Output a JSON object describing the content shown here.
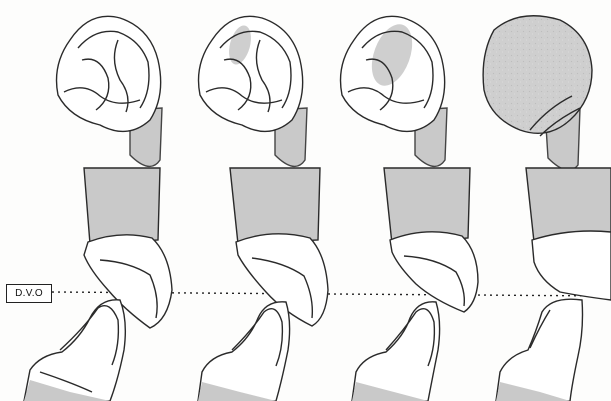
{
  "dvo": {
    "label": "D.V.O"
  },
  "colors": {
    "outline": "#2a2a2a",
    "shade": "#c9c9c9",
    "wear_facet": "#cfcfcf",
    "background": "#fdfdfc"
  },
  "panels": [
    {
      "name": "stage-1-no-wear"
    },
    {
      "name": "stage-2-small-facet"
    },
    {
      "name": "stage-3-medium-facet"
    },
    {
      "name": "stage-4-severe-wear"
    }
  ]
}
